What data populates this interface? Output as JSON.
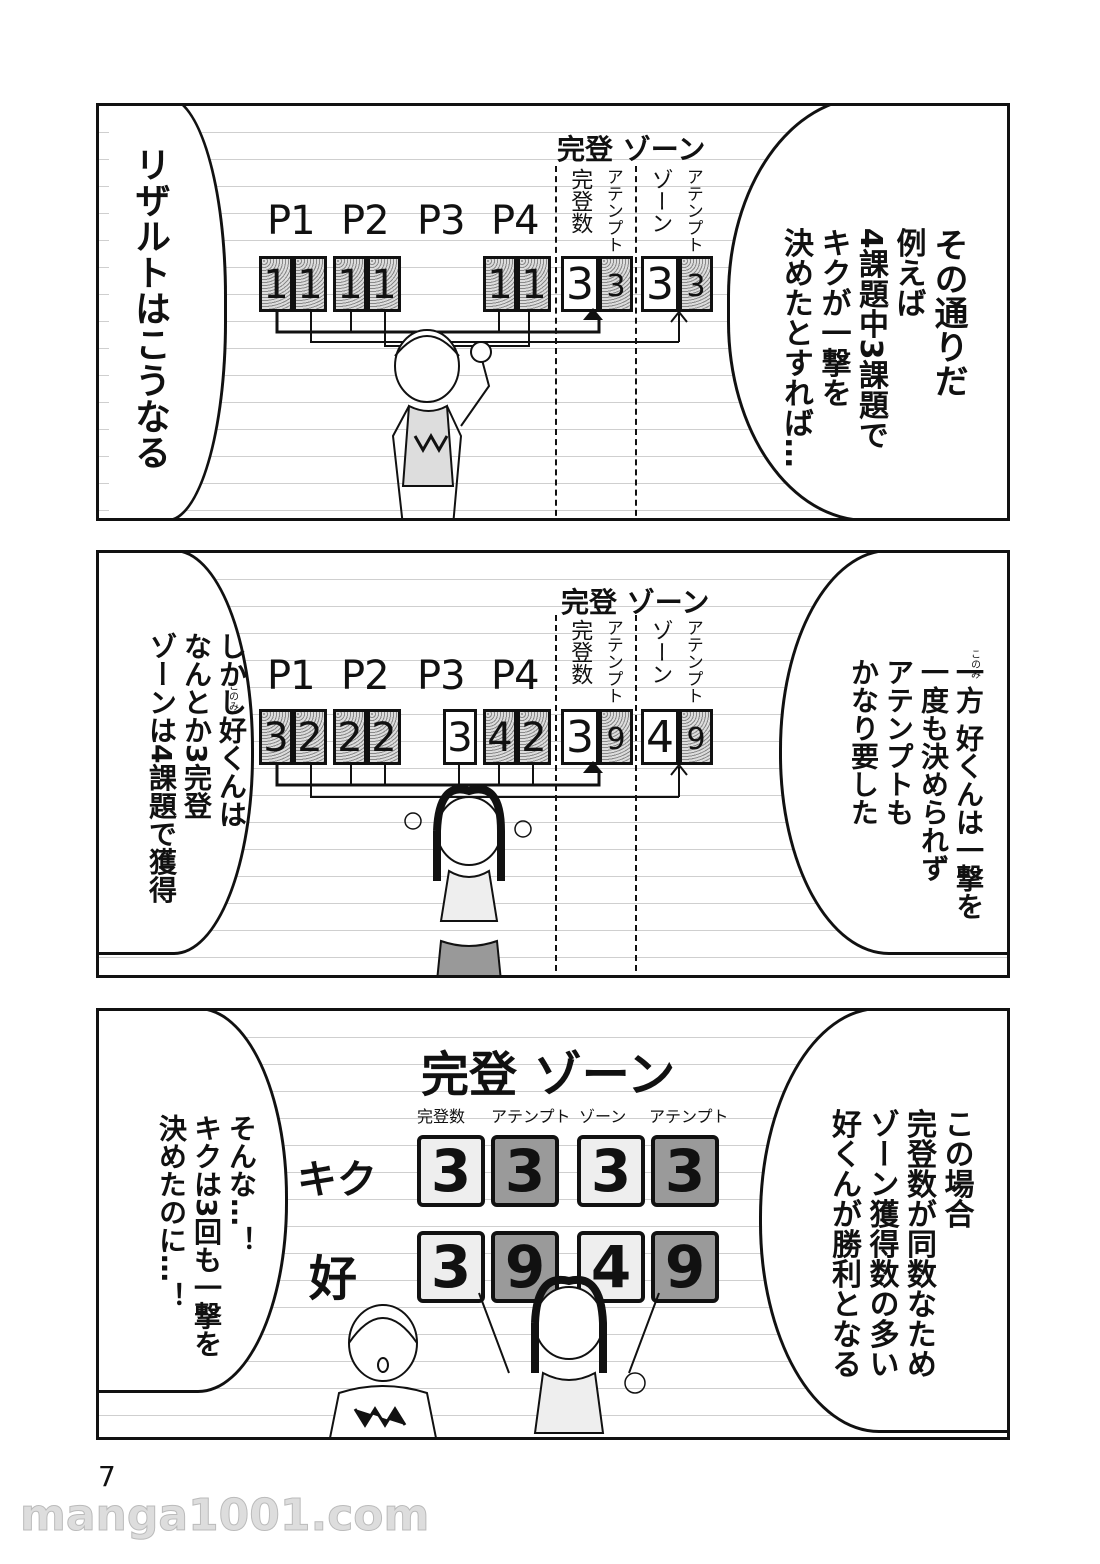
{
  "panel1": {
    "left_bubble": "リザルトはこうなる",
    "right_bubble": [
      "その通りだ",
      "例えば",
      "4課題中3課題で",
      "キクが一撃を",
      "決めたとすれば…"
    ],
    "header": "完登 ゾーン",
    "column_headers": [
      "完登数",
      "アテンプト",
      "ゾーン",
      "アテンプト"
    ],
    "problems": [
      "P1",
      "P2",
      "P3",
      "P4"
    ],
    "digits": [
      "1",
      "1",
      "1",
      "1",
      "1",
      "1",
      "3",
      "3",
      "3",
      "3"
    ]
  },
  "panel2": {
    "left_bubble": [
      "しかし好くんは",
      "なんとか3完登",
      "ゾーンは4課題で獲得"
    ],
    "left_ruby": "このみ",
    "right_bubble": [
      "一方 好くんは一撃を",
      "一度も決められず",
      "アテンプトも",
      "かなり要した"
    ],
    "right_ruby": "このみ",
    "header": "完登 ゾーン",
    "column_headers": [
      "完登数",
      "アテンプト",
      "ゾーン",
      "アテンプト"
    ],
    "problems": [
      "P1",
      "P2",
      "P3",
      "P4"
    ],
    "digits": [
      "3",
      "2",
      "2",
      "2",
      "3",
      "4",
      "2",
      "3",
      "9",
      "4",
      "9"
    ]
  },
  "panel3": {
    "left_bubble": [
      "そんな…！",
      "キクは3回も一撃を",
      "決めたのに…！"
    ],
    "right_bubble": [
      "この場合",
      "完登数が同数なため",
      "ゾーン獲得数の多い",
      "好くんが勝利となる"
    ],
    "header": "完登 ゾーン",
    "column_headers": [
      "完登数",
      "アテンプト",
      "ゾーン",
      "アテンプト"
    ],
    "rows": [
      {
        "name": "キク",
        "scores": [
          "3",
          "3",
          "3",
          "3"
        ]
      },
      {
        "name": "好",
        "scores": [
          "3",
          "9",
          "4",
          "9"
        ]
      }
    ]
  },
  "page_number": "7",
  "watermark": "manga1001.com"
}
